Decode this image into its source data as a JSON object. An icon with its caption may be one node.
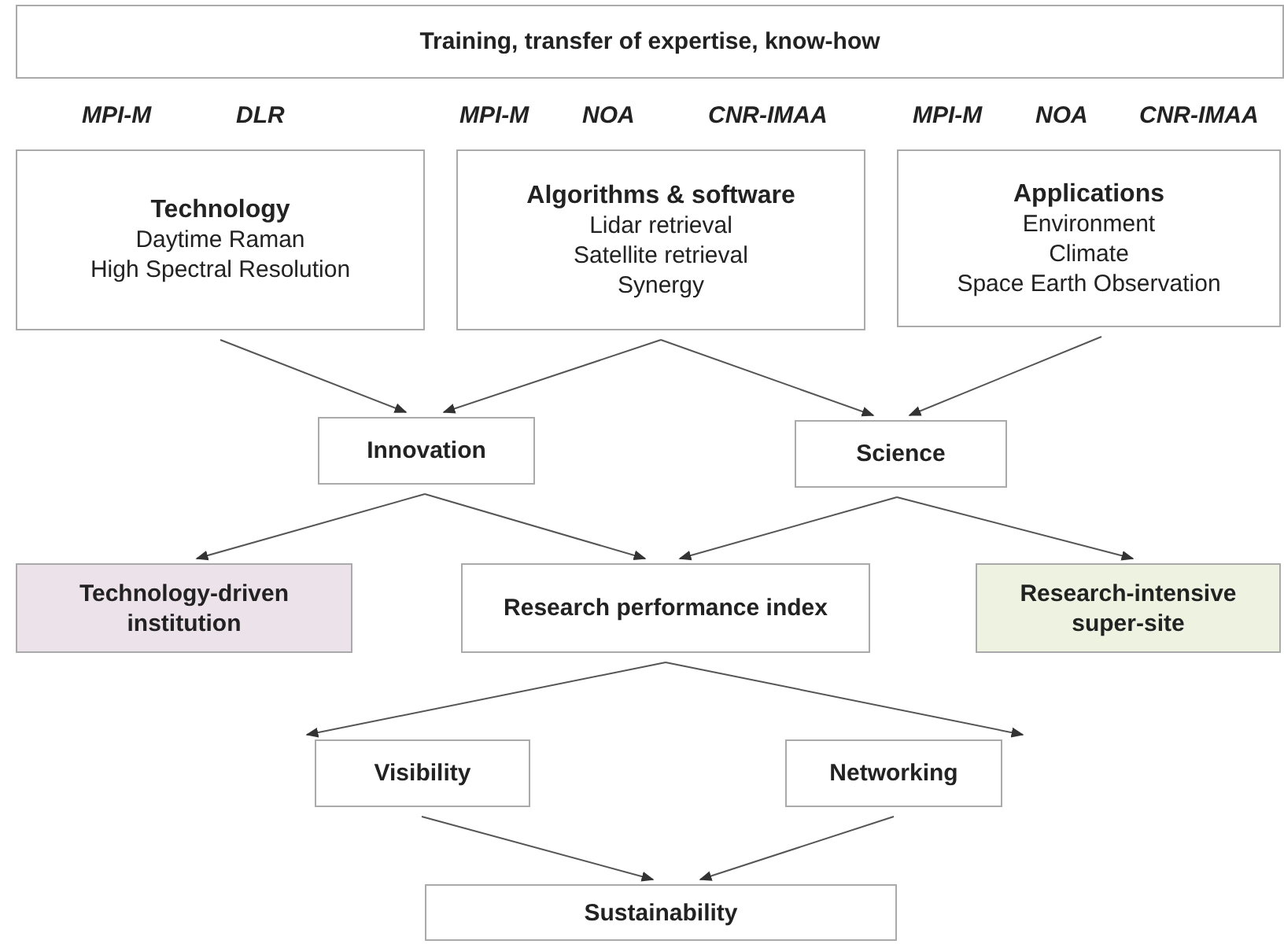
{
  "diagram": {
    "nodes": [
      {
        "text": [
          "Training, transfer of expertise, know-how"
        ]
      },
      {
        "text": [
          "Technology",
          "Daytime Raman",
          "High Spectral Resolution"
        ],
        "beside": [
          "MPI-M",
          "DLR"
        ]
      },
      {
        "text": [
          "Algorithms & software",
          "Lidar retrieval",
          "Satellite retrieval",
          "Synergy"
        ],
        "beside": [
          "MPI-M",
          "NOA",
          "CNR-IMAA"
        ]
      },
      {
        "text": [
          "Applications",
          "Environment",
          "Climate",
          "Space Earth Observation"
        ],
        "beside": [
          "MPI-M",
          "NOA",
          "CNR-IMAA"
        ]
      },
      {
        "text": [
          "Innovation"
        ]
      },
      {
        "text": [
          "Science"
        ]
      },
      {
        "text": [
          "Technology-driven institution"
        ]
      },
      {
        "text": [
          "Research performance index"
        ]
      },
      {
        "text": [
          "Research-intensive super-site"
        ]
      },
      {
        "text": [
          "Visibility"
        ]
      },
      {
        "text": [
          "Networking"
        ]
      },
      {
        "text": [
          "Sustainability"
        ]
      }
    ],
    "edges": [
      {
        "from": 1,
        "to": 4,
        "arrow": "to"
      },
      {
        "from": 2,
        "to": 4,
        "arrow": "to"
      },
      {
        "from": 2,
        "to": 5,
        "arrow": "to"
      },
      {
        "from": 3,
        "to": 5,
        "arrow": "to"
      },
      {
        "from": 4,
        "to": 6,
        "arrow": "to"
      },
      {
        "from": 4,
        "to": 7,
        "arrow": "to"
      },
      {
        "from": 5,
        "to": 7,
        "arrow": "to"
      },
      {
        "from": 5,
        "to": 8,
        "arrow": "to"
      },
      {
        "from": 7,
        "to": 9,
        "arrow": "to"
      },
      {
        "from": 7,
        "to": 10,
        "arrow": "to"
      },
      {
        "from": 9,
        "to": 11,
        "arrow": "to"
      },
      {
        "from": 10,
        "to": 11,
        "arrow": "to"
      }
    ]
  }
}
